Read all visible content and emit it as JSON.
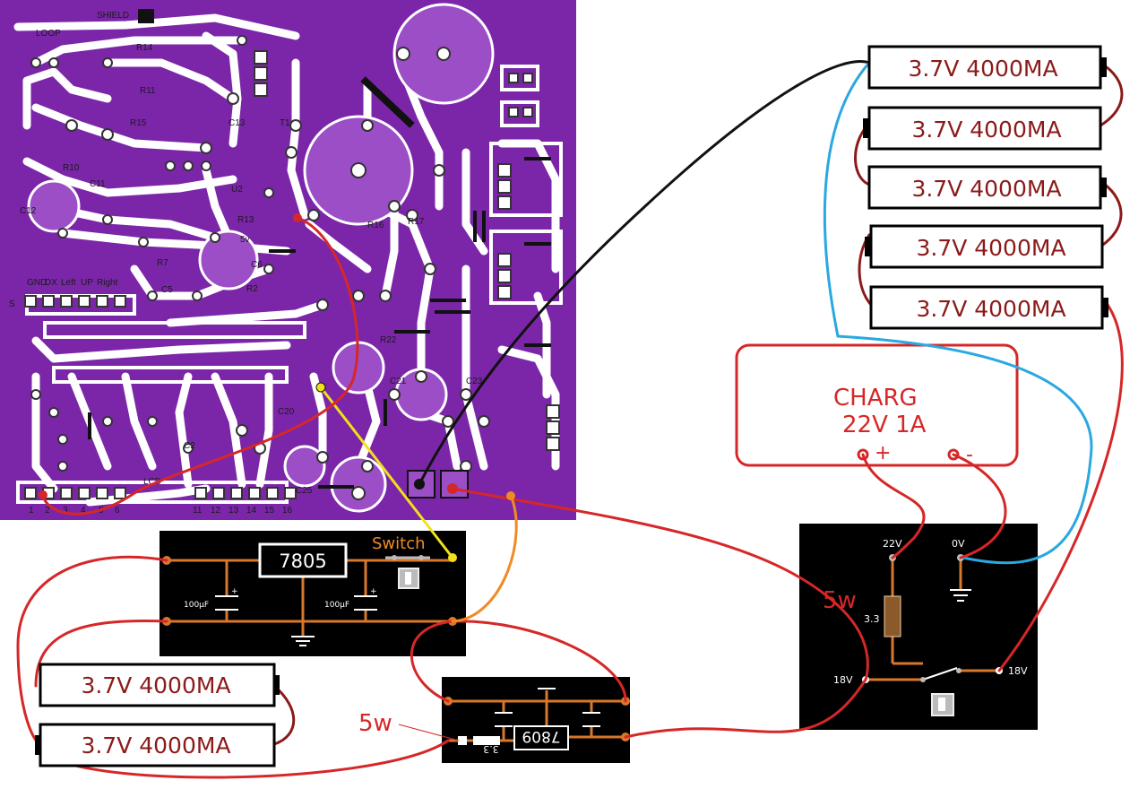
{
  "pcb": {
    "labels": {
      "shield": "SHIELD",
      "loop": "LOOP",
      "r14": "R14",
      "r11": "R11",
      "r15": "R15",
      "r10": "R10",
      "c11": "C11",
      "c12": "C12",
      "r7": "R7",
      "c5": "C5",
      "r2": "R2",
      "c6": "C6",
      "c13": "C13",
      "r13": "R13",
      "r16": "R16",
      "r17": "R17",
      "r22": "R22",
      "c21": "C21",
      "c23": "C23",
      "c25": "C25",
      "c20": "C20",
      "c2": "C2",
      "lcd": "LCD",
      "gnd": "GND",
      "dx": "DX",
      "left": "Left",
      "up": "UP",
      "right": "Right",
      "s": "S",
      "five_v": "5v",
      "t1": "T1",
      "u2": "U2",
      "pins_left": [
        "1",
        "2",
        "3",
        "4",
        "5",
        "6"
      ],
      "pins_right": [
        "11",
        "12",
        "13",
        "14",
        "15",
        "16"
      ]
    }
  },
  "batteries": [
    "3.7V 4000MA",
    "3.7V 4000MA",
    "3.7V 4000MA",
    "3.7V 4000MA",
    "3.7V 4000MA",
    "3.7V 4000MA",
    "3.7V 4000MA"
  ],
  "charger": {
    "line1": "CHARG",
    "line2": "22V 1A",
    "plus": "+",
    "minus": "-"
  },
  "reg7805": {
    "chip": "7805",
    "switch": "Switch",
    "cap_left": "100µF",
    "cap_right": "100µF"
  },
  "reg7809": {
    "chip": "7809",
    "resistor": "3.3",
    "power": "5w"
  },
  "charge_switch": {
    "v22": "22V",
    "v0": "0V",
    "resistor": "3.3",
    "power": "5w",
    "v18_left": "18V",
    "v18_right": "18V"
  },
  "colors": {
    "pcb_purple": "#7b26a8",
    "trace_white": "#ffffff",
    "wire_red": "#d62728",
    "wire_black": "#111111",
    "wire_blue": "#2aa8e0",
    "wire_yellow": "#f2e01a",
    "wire_orange": "#f08a24",
    "battery_red": "#8b1a1a",
    "board_black": "#000000",
    "pcb_trace_orange": "#d9772a"
  }
}
